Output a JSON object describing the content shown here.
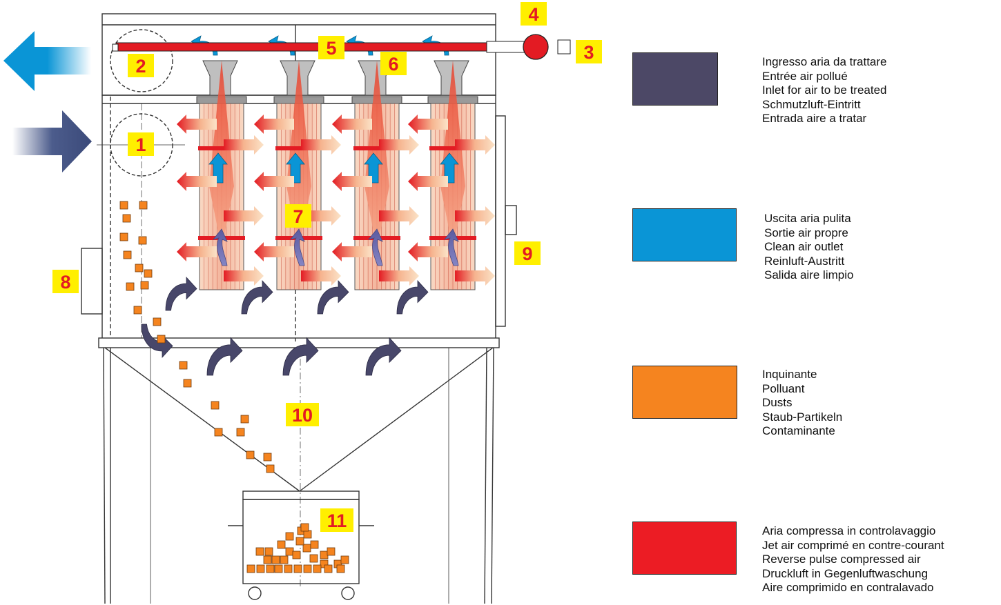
{
  "colors": {
    "inlet": "#4c4866",
    "outlet": "#0a95d6",
    "pollutant": "#f5841f",
    "compressed_air": "#ec1c24",
    "label_bg": "#ffef00",
    "label_text": "#e31b23"
  },
  "labels": [
    "1",
    "2",
    "3",
    "4",
    "5",
    "6",
    "7",
    "8",
    "9",
    "10",
    "11"
  ],
  "legend": [
    {
      "key": "inlet",
      "lines": [
        "Ingresso aria da trattare",
        "Entrée air pollué",
        "Inlet for air to be treated",
        "Schmutzluft-Eintritt",
        "Entrada aire a tratar"
      ]
    },
    {
      "key": "outlet",
      "lines": [
        "Uscita aria pulita",
        "Sortie air propre",
        "Clean air outlet",
        "Reinluft-Austritt",
        "Salida aire limpio"
      ]
    },
    {
      "key": "pollutant",
      "lines": [
        "Inquinante",
        "Polluant",
        "Dusts",
        "Staub-Partikeln",
        "Contaminante"
      ]
    },
    {
      "key": "compressed_air",
      "lines": [
        "Aria compressa in controlavaggio",
        "Jet air comprimé en contre-courant",
        "Reverse pulse compressed air",
        "Druckluft in Gegenluftwaschung",
        "Aire comprimido en contralavado"
      ]
    }
  ]
}
